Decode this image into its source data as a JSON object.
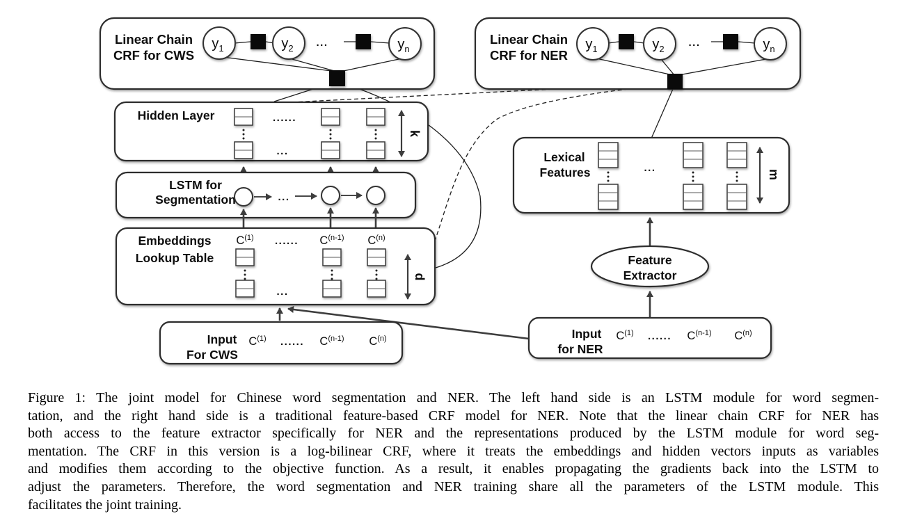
{
  "figure": {
    "cws_crf": {
      "title_line1": "Linear Chain",
      "title_line2": "CRF for CWS",
      "y1": {
        "base": "y",
        "sub": "1"
      },
      "y2": {
        "base": "y",
        "sub": "2"
      },
      "yn": {
        "base": "y",
        "sub": "n"
      },
      "ellipsis": "..."
    },
    "ner_crf": {
      "title_line1": "Linear Chain",
      "title_line2": "CRF for NER",
      "y1": {
        "base": "y",
        "sub": "1"
      },
      "y2": {
        "base": "y",
        "sub": "2"
      },
      "yn": {
        "base": "y",
        "sub": "n"
      },
      "ellipsis": "..."
    },
    "hidden_layer": {
      "title": "Hidden Layer",
      "dots_top": "......",
      "dots_bottom": "...",
      "dim": "k"
    },
    "lstm": {
      "title_line1": "LSTM for",
      "title_line2": "Segmentation",
      "ellipsis": "..."
    },
    "embeddings": {
      "title_line1": "Embeddings",
      "title_line2": "Lookup Table",
      "c1": {
        "base": "C",
        "sup": "(1)"
      },
      "dots_top": "......",
      "cn1": {
        "base": "C",
        "sup": "(n-1)"
      },
      "cn": {
        "base": "C",
        "sup": "(n)"
      },
      "dots_bottom": "...",
      "dim": "d"
    },
    "cws_input": {
      "title_line1": "Input",
      "title_line2": "For CWS",
      "c1": {
        "base": "C",
        "sup": "(1)"
      },
      "dots": "......",
      "cn1": {
        "base": "C",
        "sup": "(n-1)"
      },
      "cn": {
        "base": "C",
        "sup": "(n)"
      }
    },
    "lexical_features": {
      "title_line1": "Lexical",
      "title_line2": "Features",
      "dots": "...",
      "dim": "m"
    },
    "feature_extractor": {
      "title_line1": "Feature",
      "title_line2": "Extractor"
    },
    "ner_input": {
      "title_line1": "Input",
      "title_line2": "for NER",
      "c1": {
        "base": "C",
        "sup": "(1)"
      },
      "dots": "......",
      "cn1": {
        "base": "C",
        "sup": "(n-1)"
      },
      "cn": {
        "base": "C",
        "sup": "(n)"
      }
    }
  },
  "caption": {
    "lines": [
      "Figure 1: The joint model for Chinese word segmentation and NER. The left hand side is an LSTM module for word segmen-",
      "tation, and the right hand side is a traditional feature-based CRF model for NER. Note that the linear chain CRF for NER has",
      "both access to the feature extractor specifically for NER and the representations produced by the LSTM module for word seg-",
      "mentation. The CRF in this version is a log-bilinear CRF, where it treats the embeddings and hidden vectors inputs as variables",
      "and modifies them according to the objective function. As a result, it enables propagating the gradients back into the LSTM to",
      "adjust the parameters. Therefore, the word segmentation and NER training share all the parameters of the LSTM module. This",
      "facilitates the joint training."
    ]
  }
}
